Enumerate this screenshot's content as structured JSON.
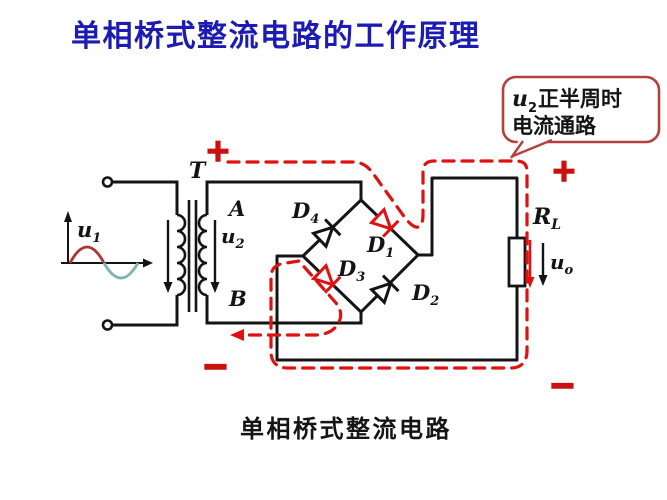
{
  "slide": {
    "title": "单相桥式整流电路的工作原理",
    "caption": "单相桥式整流电路"
  },
  "callout": {
    "var": "u",
    "var_sub": "2",
    "line1_rest": "正半周时",
    "line2": "电流通路"
  },
  "waveform": {
    "label_base": "u",
    "label_sub": "1"
  },
  "transformer": {
    "label": "T",
    "node_a": "A",
    "node_b": "B",
    "secondary_voltage_base": "u",
    "secondary_voltage_sub": "2"
  },
  "bridge": {
    "d1": {
      "base": "D",
      "sub": "1",
      "conducting": true
    },
    "d2": {
      "base": "D",
      "sub": "2",
      "conducting": false
    },
    "d3": {
      "base": "D",
      "sub": "3",
      "conducting": true
    },
    "d4": {
      "base": "D",
      "sub": "4",
      "conducting": false
    }
  },
  "load": {
    "resistor_base": "R",
    "resistor_sub": "L",
    "output_base": "u",
    "output_sub": "o"
  },
  "polarity": {
    "plus": "+",
    "minus": "−"
  },
  "colors": {
    "title_blue": "#1c1cb4",
    "wire_black": "#141414",
    "highlight_red": "#e01111",
    "polarity_red": "#cc1010",
    "callout_border": "#b5413f",
    "wave_positive": "#b53131",
    "wave_negative": "#7fb2b4"
  }
}
